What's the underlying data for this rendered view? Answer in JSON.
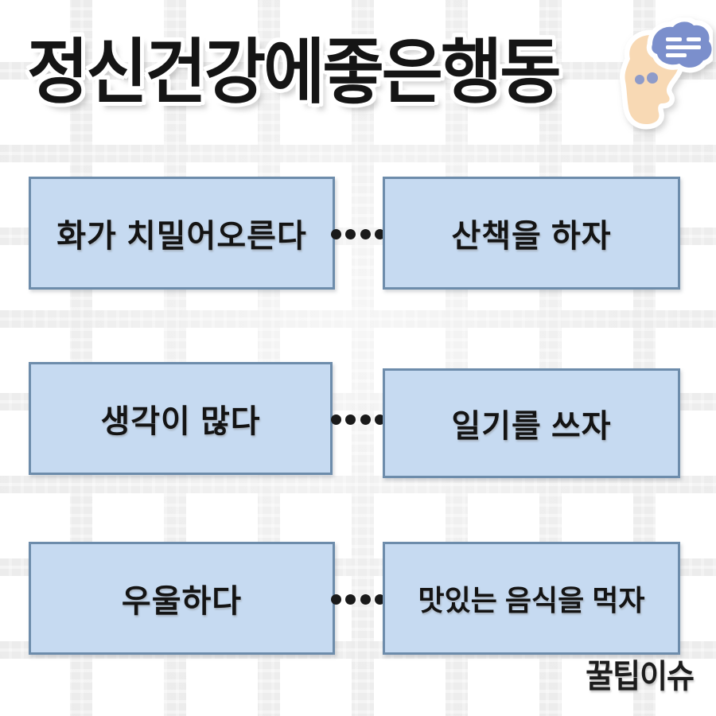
{
  "poster": {
    "title": "정신건강에좋은행동",
    "watermark": "꿀팁이슈",
    "background_style": "hand-drawn-grid",
    "colors": {
      "box_fill": "#c6daf1",
      "box_border": "#6d8cab",
      "text": "#141414",
      "grid_line": "#e9e9e9",
      "page": "#ffffff",
      "cloud": "#7b8fcc",
      "head": "#f8d8b0",
      "dot": "#1a1a1a"
    }
  },
  "sticker": {
    "head_icon": "head-silhouette-icon",
    "cloud_icon": "thought-cloud-icon",
    "cloud_lines": 3
  },
  "rows": [
    {
      "id": "row-1",
      "problem": "화가 치밀어오른다",
      "solution": "산책을 하자",
      "connector_dots": 4
    },
    {
      "id": "row-2",
      "problem": "생각이 많다",
      "solution": "일기를 쓰자",
      "connector_dots": 4
    },
    {
      "id": "row-3",
      "problem": "우울하다",
      "solution": "맛있는 음식을 먹자",
      "connector_dots": 4
    }
  ]
}
